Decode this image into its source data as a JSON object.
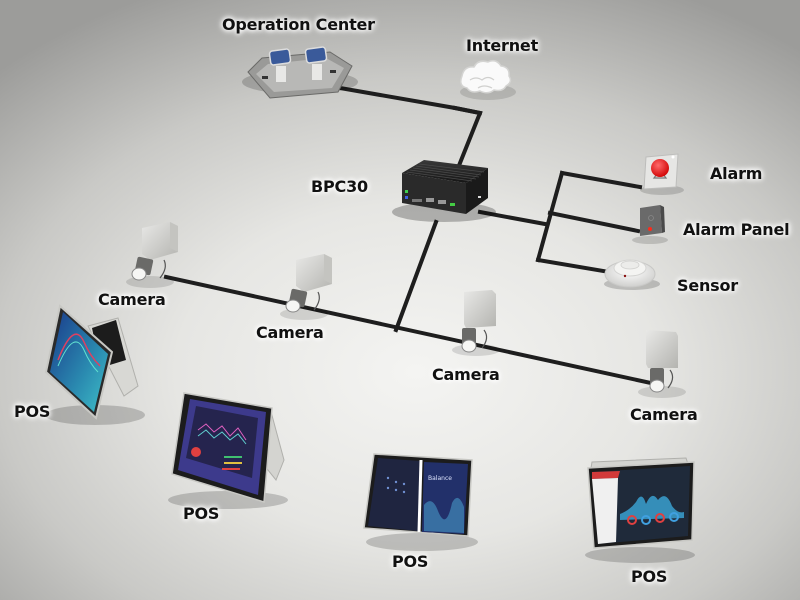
{
  "diagram": {
    "title": "BPC30 network topology",
    "hub": {
      "label": "BPC30",
      "type": "fanless-mini-pc"
    },
    "nodes": [
      {
        "id": "operation-center",
        "label": "Operation Center",
        "type": "control-desk"
      },
      {
        "id": "internet",
        "label": "Internet",
        "type": "cloud"
      },
      {
        "id": "alarm",
        "label": "Alarm",
        "type": "alarm-button"
      },
      {
        "id": "alarm-panel",
        "label": "Alarm Panel",
        "type": "alarm-panel"
      },
      {
        "id": "sensor",
        "label": "Sensor",
        "type": "smoke-sensor"
      },
      {
        "id": "camera-1",
        "label": "Camera",
        "type": "camera"
      },
      {
        "id": "camera-2",
        "label": "Camera",
        "type": "camera"
      },
      {
        "id": "camera-3",
        "label": "Camera",
        "type": "camera"
      },
      {
        "id": "camera-4",
        "label": "Camera",
        "type": "camera"
      },
      {
        "id": "pos-1",
        "label": "POS",
        "type": "pos-terminal"
      },
      {
        "id": "pos-2",
        "label": "POS",
        "type": "pos-terminal"
      },
      {
        "id": "pos-3",
        "label": "POS",
        "type": "pos-terminal"
      },
      {
        "id": "pos-4",
        "label": "POS",
        "type": "pos-terminal"
      }
    ],
    "edges": [
      {
        "from": "BPC30",
        "to": "operation-center"
      },
      {
        "from": "BPC30",
        "to": "internet"
      },
      {
        "from": "BPC30",
        "to": "alarm"
      },
      {
        "from": "BPC30",
        "to": "alarm-panel"
      },
      {
        "from": "BPC30",
        "to": "sensor"
      },
      {
        "from": "BPC30",
        "to": "camera-1"
      },
      {
        "from": "BPC30",
        "to": "camera-2"
      },
      {
        "from": "BPC30",
        "to": "camera-3"
      },
      {
        "from": "BPC30",
        "to": "camera-4"
      }
    ],
    "pos_screens": {
      "pos-3": {
        "title": "Balance"
      }
    },
    "colors": {
      "wire": "#1e1e1e",
      "alarm_red": "#e01010",
      "screen_dark": "#1f2540",
      "screen_purple": "#3d3a8c",
      "accent_teal": "#3fb3c8",
      "pos4_header_red": "#d23a3a"
    }
  }
}
